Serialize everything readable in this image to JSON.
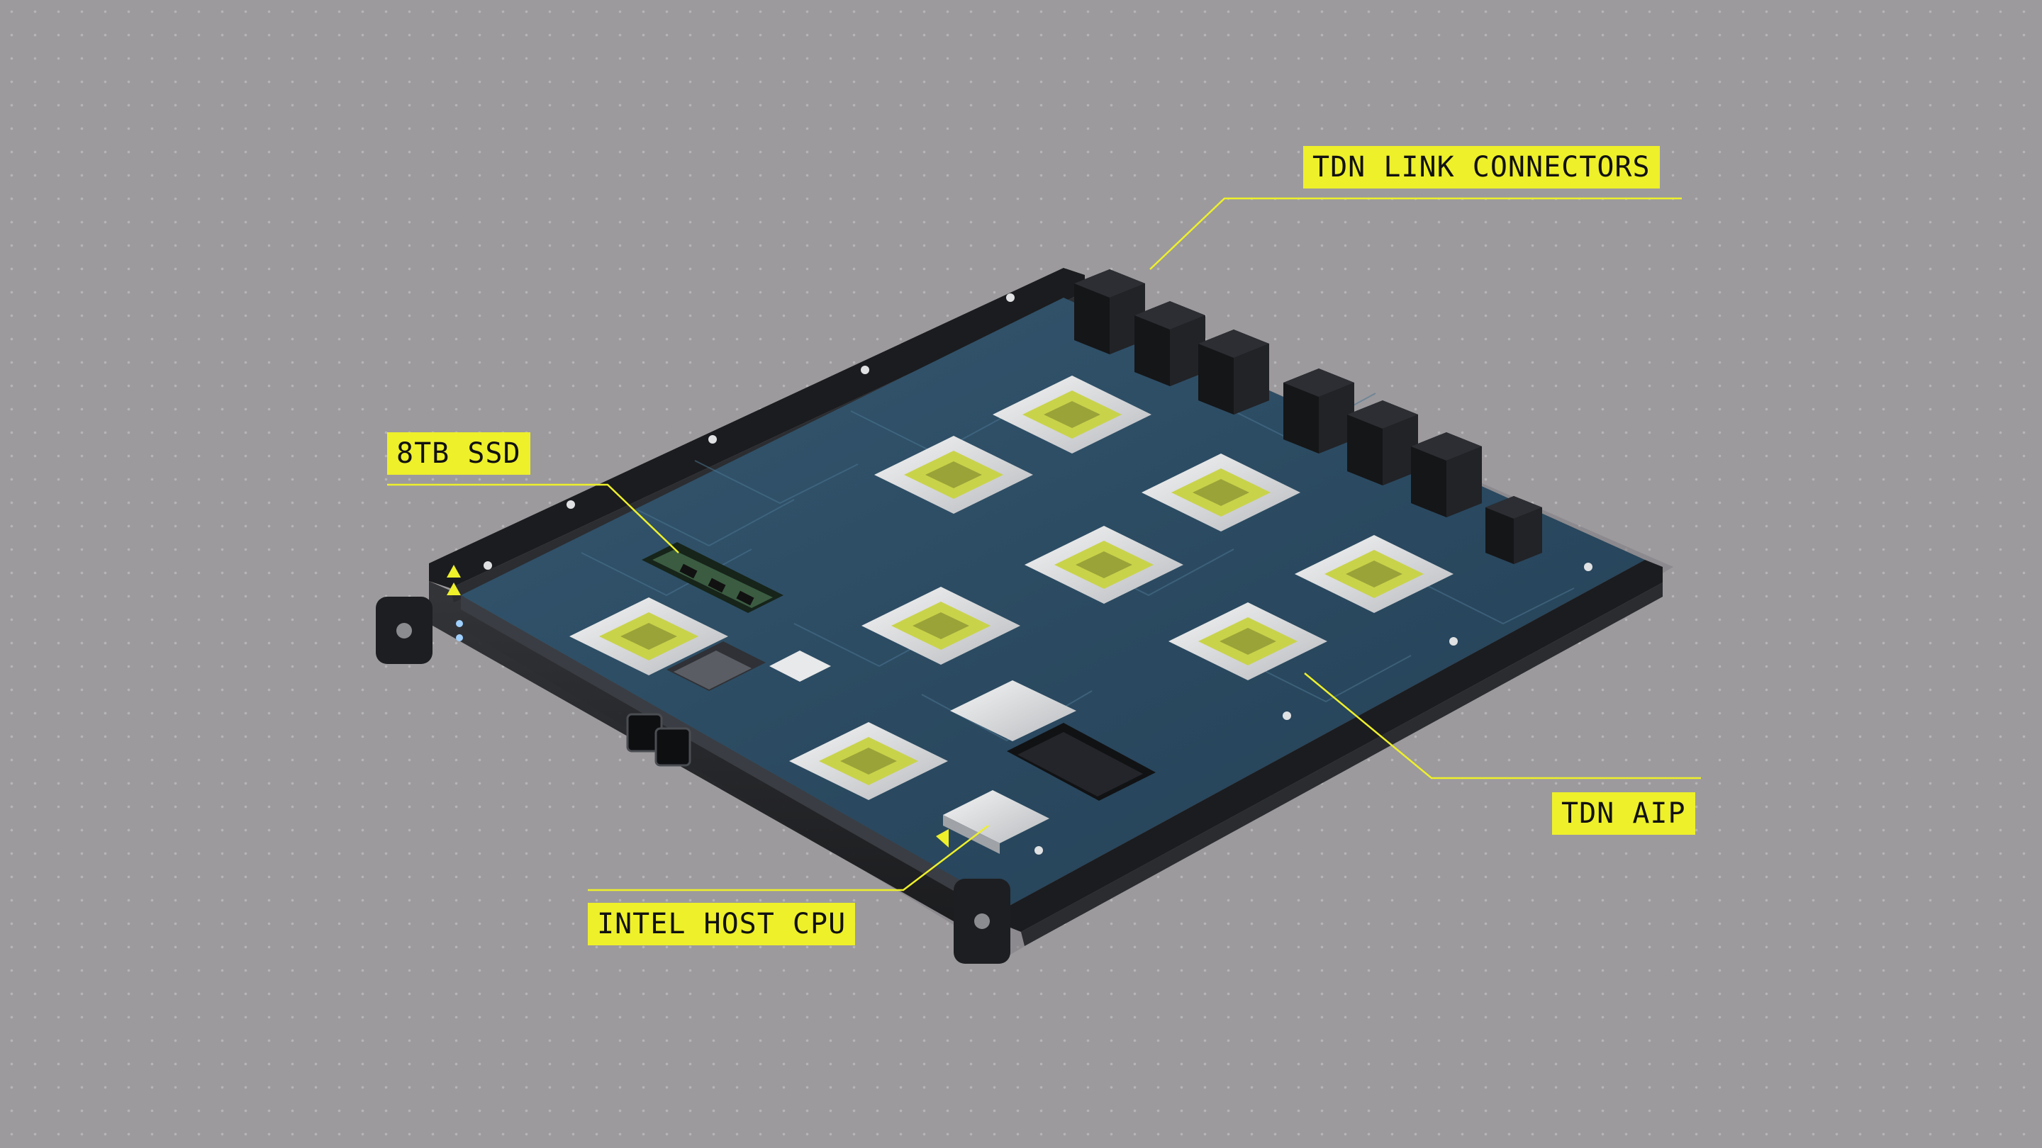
{
  "colors": {
    "background": "#9c9a9d",
    "callout": "#eef02a",
    "board": "#2c4e66",
    "frame": "#1c1c1e"
  },
  "callouts": {
    "tdn_link_connectors": "TDN LINK CONNECTORS",
    "ssd": "8TB SSD",
    "tdn_aip": "TDN AIP",
    "intel_host_cpu": "INTEL HOST CPU"
  }
}
